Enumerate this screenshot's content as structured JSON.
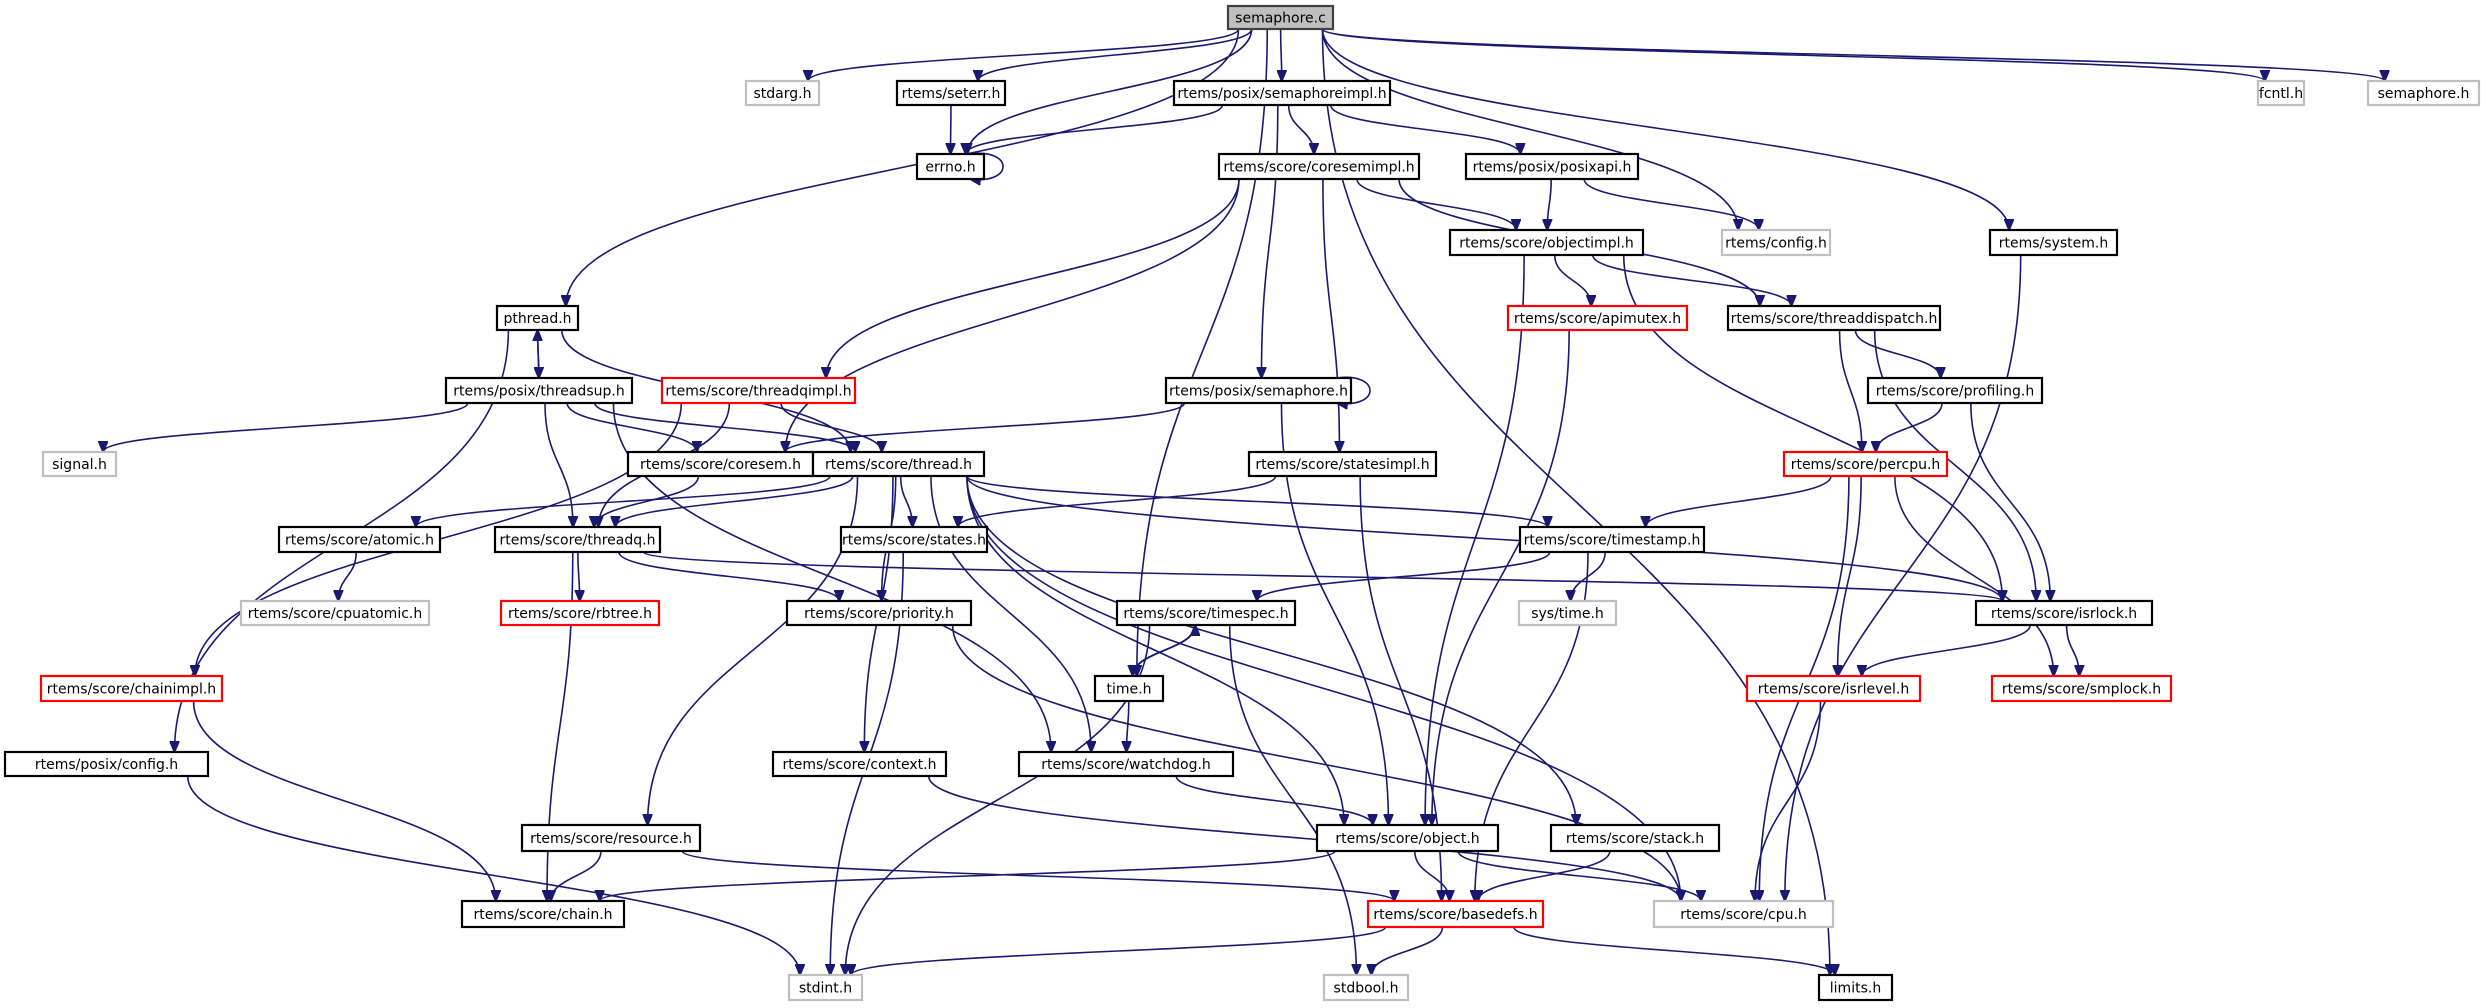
{
  "title": "semaphore.c include dependency graph",
  "colors": {
    "edge": "#191970",
    "root_fill": "#bfbfbf",
    "normal_border": "#000000",
    "missing_border": "#bfbfbf",
    "truncated_border": "#ff0000"
  },
  "nodes": [
    {
      "id": "semaphore_c",
      "label": "semaphore.c",
      "kind": "root"
    },
    {
      "id": "stdarg",
      "label": "stdarg.h",
      "kind": "missing"
    },
    {
      "id": "seterr",
      "label": "rtems/seterr.h",
      "kind": "normal"
    },
    {
      "id": "semaphoreimpl",
      "label": "rtems/posix/semaphoreimpl.h",
      "kind": "normal"
    },
    {
      "id": "fcntl",
      "label": "fcntl.h",
      "kind": "missing"
    },
    {
      "id": "semaphore_h",
      "label": "semaphore.h",
      "kind": "missing"
    },
    {
      "id": "errno",
      "label": "errno.h",
      "kind": "normal"
    },
    {
      "id": "coresemimpl",
      "label": "rtems/score/coresemimpl.h",
      "kind": "normal"
    },
    {
      "id": "posixapi",
      "label": "rtems/posix/posixapi.h",
      "kind": "normal"
    },
    {
      "id": "objectimpl",
      "label": "rtems/score/objectimpl.h",
      "kind": "normal"
    },
    {
      "id": "config",
      "label": "rtems/config.h",
      "kind": "missing"
    },
    {
      "id": "system",
      "label": "rtems/system.h",
      "kind": "normal"
    },
    {
      "id": "pthread",
      "label": "pthread.h",
      "kind": "normal"
    },
    {
      "id": "apimutex",
      "label": "rtems/score/apimutex.h",
      "kind": "truncated"
    },
    {
      "id": "threaddispatch",
      "label": "rtems/score/threaddispatch.h",
      "kind": "normal"
    },
    {
      "id": "threadsup",
      "label": "rtems/posix/threadsup.h",
      "kind": "normal"
    },
    {
      "id": "threadqimpl",
      "label": "rtems/score/threadqimpl.h",
      "kind": "truncated"
    },
    {
      "id": "posix_semaphore",
      "label": "rtems/posix/semaphore.h",
      "kind": "normal"
    },
    {
      "id": "profiling",
      "label": "rtems/score/profiling.h",
      "kind": "normal"
    },
    {
      "id": "signal",
      "label": "signal.h",
      "kind": "missing"
    },
    {
      "id": "coresem",
      "label": "rtems/score/coresem.h",
      "kind": "normal"
    },
    {
      "id": "thread",
      "label": "rtems/score/thread.h",
      "kind": "normal"
    },
    {
      "id": "statesimpl",
      "label": "rtems/score/statesimpl.h",
      "kind": "normal"
    },
    {
      "id": "percpu",
      "label": "rtems/score/percpu.h",
      "kind": "truncated"
    },
    {
      "id": "atomic",
      "label": "rtems/score/atomic.h",
      "kind": "normal"
    },
    {
      "id": "threadq",
      "label": "rtems/score/threadq.h",
      "kind": "normal"
    },
    {
      "id": "states",
      "label": "rtems/score/states.h",
      "kind": "normal"
    },
    {
      "id": "timestamp",
      "label": "rtems/score/timestamp.h",
      "kind": "normal"
    },
    {
      "id": "cpuatomic",
      "label": "rtems/score/cpuatomic.h",
      "kind": "missing"
    },
    {
      "id": "rbtree",
      "label": "rtems/score/rbtree.h",
      "kind": "truncated"
    },
    {
      "id": "priority",
      "label": "rtems/score/priority.h",
      "kind": "normal"
    },
    {
      "id": "timespec",
      "label": "rtems/score/timespec.h",
      "kind": "normal"
    },
    {
      "id": "systime",
      "label": "sys/time.h",
      "kind": "missing"
    },
    {
      "id": "isrlock",
      "label": "rtems/score/isrlock.h",
      "kind": "normal"
    },
    {
      "id": "chainimpl",
      "label": "rtems/score/chainimpl.h",
      "kind": "truncated"
    },
    {
      "id": "time",
      "label": "time.h",
      "kind": "normal"
    },
    {
      "id": "isrlevel",
      "label": "rtems/score/isrlevel.h",
      "kind": "truncated"
    },
    {
      "id": "smplock",
      "label": "rtems/score/smplock.h",
      "kind": "truncated"
    },
    {
      "id": "posix_config",
      "label": "rtems/posix/config.h",
      "kind": "normal"
    },
    {
      "id": "context",
      "label": "rtems/score/context.h",
      "kind": "normal"
    },
    {
      "id": "watchdog",
      "label": "rtems/score/watchdog.h",
      "kind": "normal"
    },
    {
      "id": "resource",
      "label": "rtems/score/resource.h",
      "kind": "normal"
    },
    {
      "id": "object",
      "label": "rtems/score/object.h",
      "kind": "normal"
    },
    {
      "id": "stack",
      "label": "rtems/score/stack.h",
      "kind": "normal"
    },
    {
      "id": "chain",
      "label": "rtems/score/chain.h",
      "kind": "normal"
    },
    {
      "id": "basedefs",
      "label": "rtems/score/basedefs.h",
      "kind": "truncated"
    },
    {
      "id": "cpu",
      "label": "rtems/score/cpu.h",
      "kind": "missing"
    },
    {
      "id": "stdint",
      "label": "stdint.h",
      "kind": "missing"
    },
    {
      "id": "stdbool",
      "label": "stdbool.h",
      "kind": "missing"
    },
    {
      "id": "limits",
      "label": "limits.h",
      "kind": "normal"
    }
  ],
  "edges": [
    [
      "semaphore_c",
      "stdarg"
    ],
    [
      "semaphore_c",
      "seterr"
    ],
    [
      "semaphore_c",
      "errno"
    ],
    [
      "semaphore_c",
      "semaphoreimpl"
    ],
    [
      "semaphore_c",
      "pthread"
    ],
    [
      "semaphore_c",
      "time"
    ],
    [
      "semaphore_c",
      "config"
    ],
    [
      "semaphore_c",
      "system"
    ],
    [
      "semaphore_c",
      "fcntl"
    ],
    [
      "semaphore_c",
      "semaphore_h"
    ],
    [
      "semaphore_c",
      "limits"
    ],
    [
      "seterr",
      "errno"
    ],
    [
      "errno",
      "errno"
    ],
    [
      "semaphoreimpl",
      "errno"
    ],
    [
      "semaphoreimpl",
      "coresemimpl"
    ],
    [
      "semaphoreimpl",
      "posixapi"
    ],
    [
      "semaphoreimpl",
      "posix_semaphore"
    ],
    [
      "coresemimpl",
      "objectimpl"
    ],
    [
      "coresemimpl",
      "threaddispatch"
    ],
    [
      "coresemimpl",
      "threadqimpl"
    ],
    [
      "coresemimpl",
      "coresem"
    ],
    [
      "coresemimpl",
      "statesimpl"
    ],
    [
      "posixapi",
      "objectimpl"
    ],
    [
      "posixapi",
      "config"
    ],
    [
      "objectimpl",
      "apimutex"
    ],
    [
      "objectimpl",
      "threaddispatch"
    ],
    [
      "objectimpl",
      "isrlock"
    ],
    [
      "objectimpl",
      "object"
    ],
    [
      "system",
      "cpu"
    ],
    [
      "pthread",
      "threadsup"
    ],
    [
      "pthread",
      "thread"
    ],
    [
      "pthread",
      "posix_config"
    ],
    [
      "threadsup",
      "pthread"
    ],
    [
      "threadsup",
      "signal"
    ],
    [
      "threadsup",
      "coresem"
    ],
    [
      "threadsup",
      "thread"
    ],
    [
      "threadsup",
      "threadq"
    ],
    [
      "threadsup",
      "watchdog"
    ],
    [
      "threadqimpl",
      "thread"
    ],
    [
      "threadqimpl",
      "threadq"
    ],
    [
      "threadqimpl",
      "chainimpl"
    ],
    [
      "posix_semaphore",
      "posix_semaphore"
    ],
    [
      "posix_semaphore",
      "coresem"
    ],
    [
      "posix_semaphore",
      "object"
    ],
    [
      "apimutex",
      "object"
    ],
    [
      "threaddispatch",
      "percpu"
    ],
    [
      "threaddispatch",
      "profiling"
    ],
    [
      "threaddispatch",
      "isrlock"
    ],
    [
      "profiling",
      "percpu"
    ],
    [
      "profiling",
      "isrlock"
    ],
    [
      "coresem",
      "threadq"
    ],
    [
      "thread",
      "atomic"
    ],
    [
      "thread",
      "threadq"
    ],
    [
      "thread",
      "states"
    ],
    [
      "thread",
      "priority"
    ],
    [
      "thread",
      "context"
    ],
    [
      "thread",
      "resource"
    ],
    [
      "thread",
      "watchdog"
    ],
    [
      "thread",
      "object"
    ],
    [
      "thread",
      "timestamp"
    ],
    [
      "thread",
      "isrlock"
    ],
    [
      "thread",
      "stack"
    ],
    [
      "thread",
      "cpu"
    ],
    [
      "statesimpl",
      "states"
    ],
    [
      "statesimpl",
      "basedefs"
    ],
    [
      "percpu",
      "timestamp"
    ],
    [
      "percpu",
      "isrlevel"
    ],
    [
      "percpu",
      "smplock"
    ],
    [
      "percpu",
      "cpu"
    ],
    [
      "atomic",
      "cpuatomic"
    ],
    [
      "threadq",
      "rbtree"
    ],
    [
      "threadq",
      "priority"
    ],
    [
      "threadq",
      "chain"
    ],
    [
      "threadq",
      "isrlock"
    ],
    [
      "states",
      "stdint"
    ],
    [
      "timestamp",
      "timespec"
    ],
    [
      "timestamp",
      "systime"
    ],
    [
      "timestamp",
      "basedefs"
    ],
    [
      "priority",
      "cpu"
    ],
    [
      "timespec",
      "time"
    ],
    [
      "timespec",
      "stdint"
    ],
    [
      "timespec",
      "stdbool"
    ],
    [
      "time",
      "timespec"
    ],
    [
      "time",
      "watchdog"
    ],
    [
      "isrlock",
      "isrlevel"
    ],
    [
      "isrlock",
      "smplock"
    ],
    [
      "isrlevel",
      "cpu"
    ],
    [
      "chainimpl",
      "chain"
    ],
    [
      "posix_config",
      "stdint"
    ],
    [
      "context",
      "cpu"
    ],
    [
      "watchdog",
      "object"
    ],
    [
      "resource",
      "chain"
    ],
    [
      "resource",
      "basedefs"
    ],
    [
      "object",
      "chain"
    ],
    [
      "object",
      "basedefs"
    ],
    [
      "object",
      "cpu"
    ],
    [
      "stack",
      "basedefs"
    ],
    [
      "basedefs",
      "stdint"
    ],
    [
      "basedefs",
      "stdbool"
    ],
    [
      "basedefs",
      "limits"
    ]
  ]
}
